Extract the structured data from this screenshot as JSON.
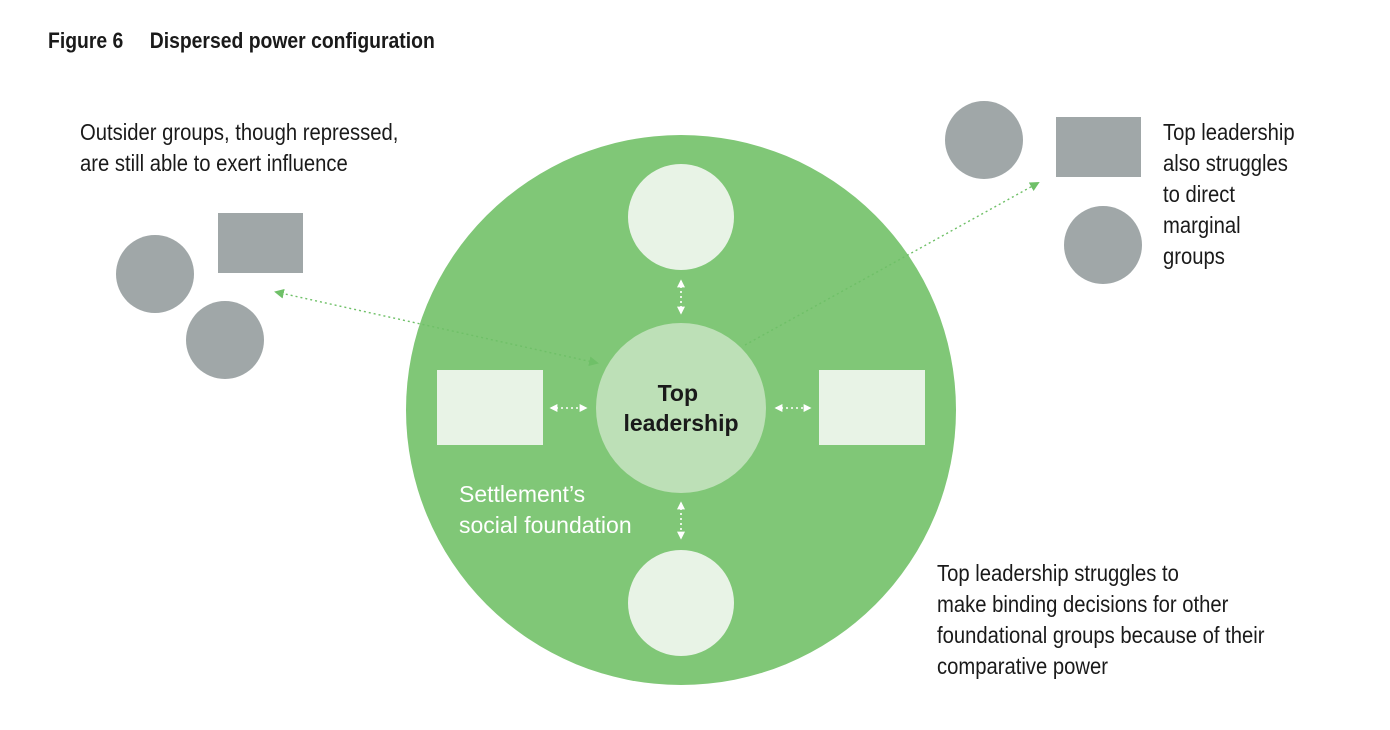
{
  "figure": {
    "number": "Figure 6",
    "title": "Dispersed power configuration"
  },
  "colors": {
    "settlement": "#80c777",
    "top_leadership": "#bde0b7",
    "foundational_group": "#e8f3e6",
    "outsider_group": "#a0a7a8",
    "connector": "#6fc068",
    "double_arrow": "#ffffff",
    "text": "#1a1a1a",
    "settlement_label": "#ffffff"
  },
  "nodes": {
    "top_leadership": [
      "Top",
      "leadership"
    ],
    "settlement_label": [
      "Settlement’s",
      "social foundation"
    ]
  },
  "annotations": {
    "outsider_groups": [
      "Outsider groups, though repressed,",
      "are still able to exert influence"
    ],
    "marginal_groups": [
      "Top leadership",
      "also struggles",
      "to direct",
      "marginal",
      "groups"
    ],
    "binding_decisions": [
      "Top leadership struggles to",
      "make binding decisions for other",
      "foundational groups because of their",
      "comparative power"
    ]
  }
}
